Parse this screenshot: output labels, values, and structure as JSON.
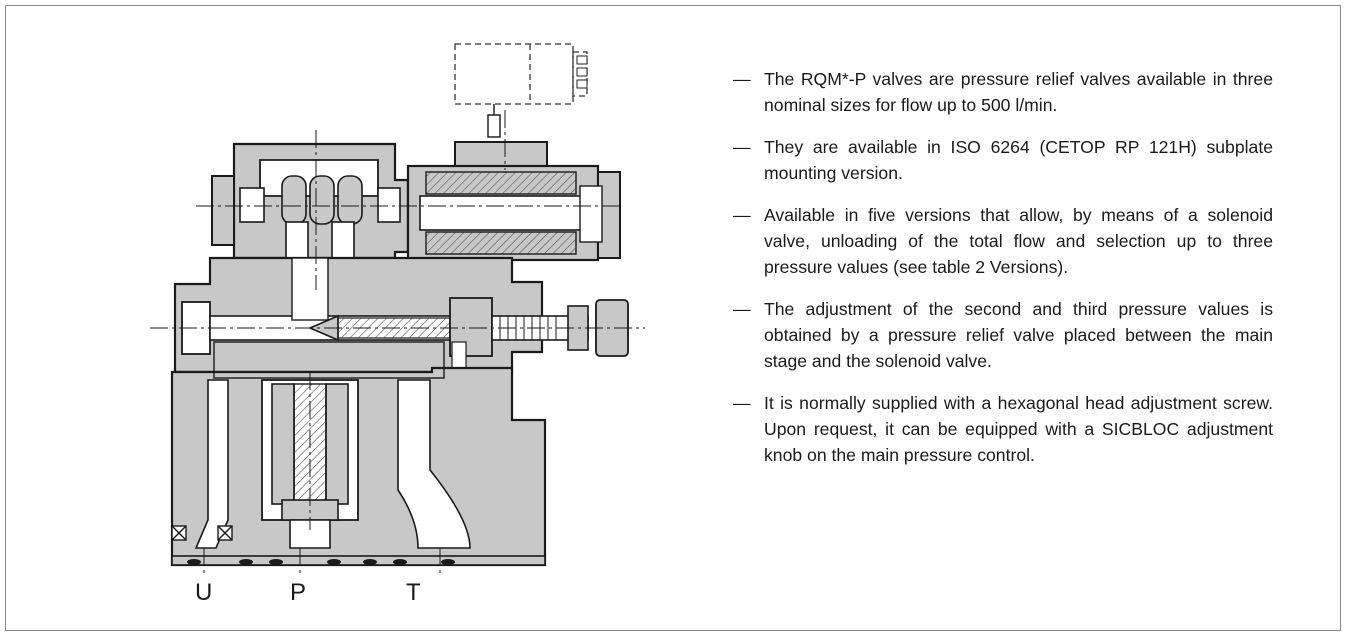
{
  "dash": "—",
  "bullets": [
    "The RQM*-P valves are pressure relief valves available in three nominal sizes for flow up to 500 l/min.",
    "They are available in ISO 6264 (CETOP RP 121H) subplate mounting version.",
    "Available in five versions that allow, by means of a solenoid valve, unloading of the total flow and selection up to three pressure values (see table 2 Versions).",
    "The adjustment of the second and third pressure values is obtained by a pressure relief valve placed between the main stage and the solenoid valve.",
    "It is normally supplied with a hexagonal head adjustment screw. Upon request, it can be equipped with a SICBLOC adjustment knob on the main pressure control."
  ],
  "ports": {
    "u": "U",
    "p": "P",
    "t": "T"
  },
  "colors": {
    "section_fill": "#c8c8c8",
    "line": "#1a1a1a",
    "hatch": "#7a7a7a"
  }
}
